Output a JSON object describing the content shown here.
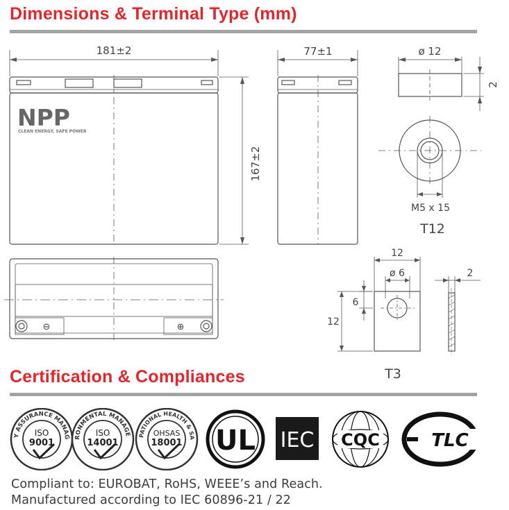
{
  "header": {
    "title": "Dimensions & Terminal Type (mm)",
    "accent_color": "#e3262b",
    "rule_color": "#a3a3a3"
  },
  "dimensions": {
    "length_label": "181±2",
    "width_label": "77±1",
    "height_label": "167±2",
    "brand_logo_text": "NPP",
    "brand_slogan": "CLEAN ENERGY, SAFE POWER",
    "terminal_negative_symbol": "⊖",
    "terminal_positive_symbol": "⊕"
  },
  "terminal_t12": {
    "name": "T12",
    "diameter_label": "ø 12",
    "height_label": "2",
    "thread_label": "M5 x 15"
  },
  "terminal_t3": {
    "name": "T3",
    "width_label": "12",
    "hole_label": "ø 6",
    "offset_label": "6",
    "height_label": "12",
    "thickness_label": "2"
  },
  "certifications": {
    "title": "Certification & Compliances",
    "logos": [
      {
        "name": "iso-9001",
        "ring_text": "QUALITY ASSURANCE MANAGEMENT",
        "line1": "ISO",
        "line2": "9001"
      },
      {
        "name": "iso-14001",
        "ring_text": "ENVIRONMENTAL MANAGEMENT",
        "line1": "ISO",
        "line2": "14001"
      },
      {
        "name": "ohsas-18001",
        "ring_text": "OCCUPATIONAL HEALTH & SAFETY",
        "line1": "OHSAS",
        "line2": "18001"
      },
      {
        "name": "ul",
        "text": "UL"
      },
      {
        "name": "iec",
        "text": "IEC"
      },
      {
        "name": "cqc",
        "text": "CQC"
      },
      {
        "name": "tlc",
        "text": "TLC"
      }
    ]
  },
  "compliance": {
    "line1": "Compliant to: EUROBAT, RoHS, WEEE’s and Reach.",
    "line2": "Manufactured according to IEC 60896-21 / 22"
  }
}
